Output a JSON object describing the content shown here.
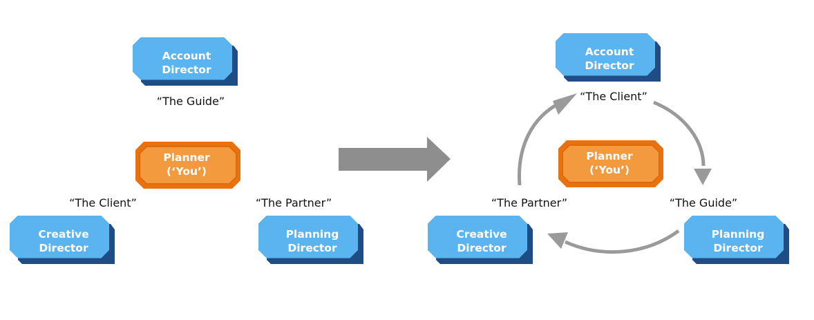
{
  "colors": {
    "blue_fill": "#5AB4F0",
    "blue_shadow": "#1E4D86",
    "orange_fill": "#F39A3F",
    "orange_border": "#E8720F",
    "arrow_gray": "#8E8E8E",
    "text_dark": "#111111"
  },
  "left_diagram": {
    "account_director": "Account\nDirector",
    "planner": "Planner\n(‘You’)",
    "creative_director": "Creative\nDirector",
    "planning_director": "Planning\nDirector",
    "caption_guide": "“The Guide”",
    "caption_client": "“The Client”",
    "caption_partner": "“The Partner”"
  },
  "transition_arrow": "right-arrow-icon",
  "right_diagram": {
    "account_director": "Account\nDirector",
    "planner": "Planner\n(‘You’)",
    "creative_director": "Creative\nDirector",
    "planning_director": "Planning\nDirector",
    "caption_client": "“The Client”",
    "caption_partner": "“The Partner”",
    "caption_guide": "“The Guide”"
  }
}
